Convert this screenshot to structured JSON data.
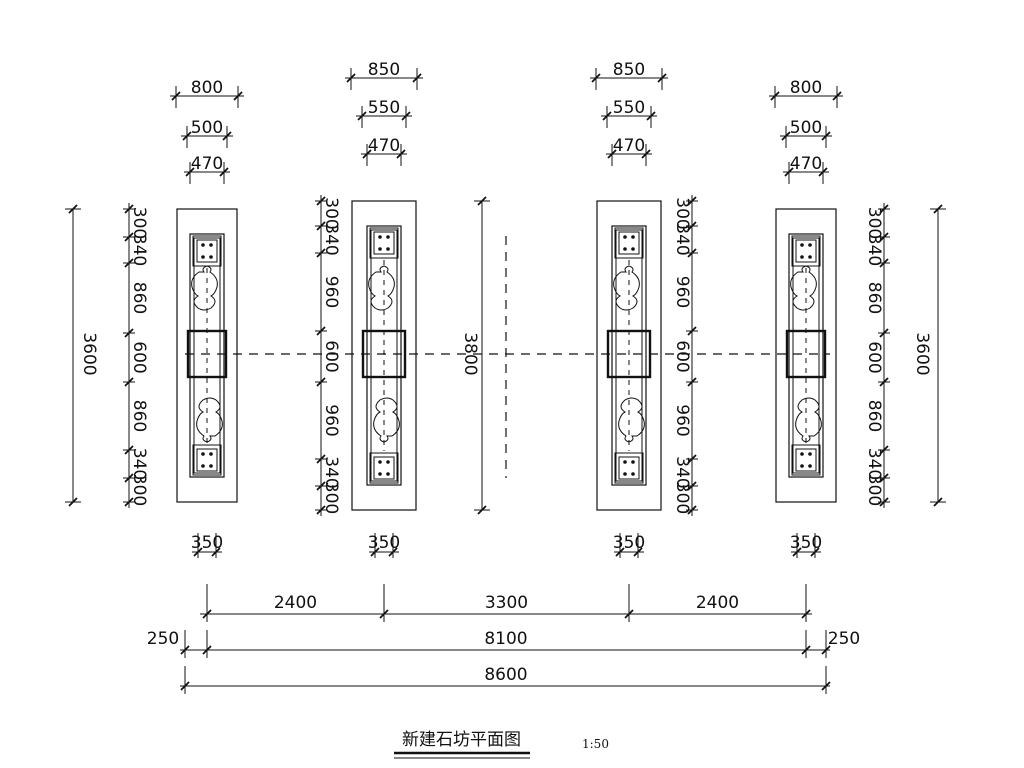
{
  "title": "新建石坊平面图",
  "scale": "1:50",
  "columns": [
    {
      "name": "column-1",
      "top_widths": [
        "800",
        "500",
        "470"
      ],
      "vertical_chain": [
        "300",
        "340",
        "860",
        "600",
        "860",
        "340",
        "300"
      ],
      "overall": "3600",
      "base_width": "350"
    },
    {
      "name": "column-2",
      "top_widths": [
        "850",
        "550",
        "470"
      ],
      "vertical_chain": [
        "300",
        "340",
        "960",
        "600",
        "960",
        "340",
        "300"
      ],
      "overall": "3800",
      "base_width": "350"
    },
    {
      "name": "column-3",
      "top_widths": [
        "850",
        "550",
        "470"
      ],
      "vertical_chain": [
        "300",
        "340",
        "960",
        "600",
        "960",
        "340",
        "300"
      ],
      "base_width": "350"
    },
    {
      "name": "column-4",
      "top_widths": [
        "800",
        "500",
        "470"
      ],
      "vertical_chain": [
        "300",
        "340",
        "860",
        "600",
        "860",
        "340",
        "300"
      ],
      "overall": "3600",
      "base_width": "350"
    }
  ],
  "spans": {
    "between": [
      "2400",
      "3300",
      "2400"
    ],
    "axis_total": "8100",
    "end_margins": [
      "250",
      "250"
    ],
    "overall_total": "8600"
  }
}
